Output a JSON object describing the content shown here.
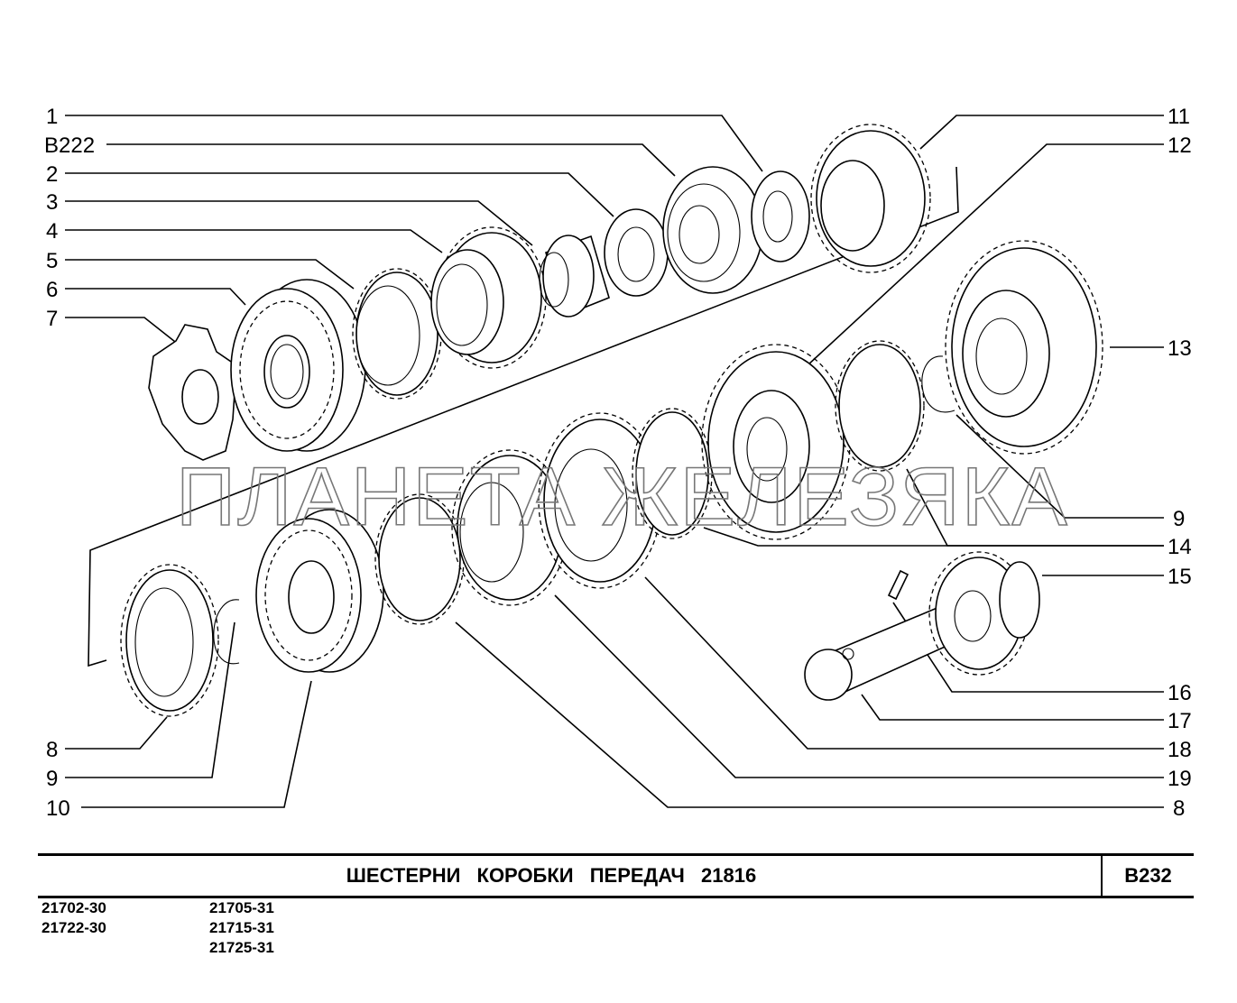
{
  "diagram": {
    "callouts_left": [
      "1",
      "B222",
      "2",
      "3",
      "4",
      "5",
      "6",
      "7"
    ],
    "callouts_right": [
      "11",
      "12",
      "13",
      "9",
      "14",
      "15",
      "16",
      "17",
      "18",
      "19",
      "8"
    ],
    "callouts_bottom_left": [
      "8",
      "9",
      "10"
    ],
    "watermark": "ПЛАНЕТА ЖЕЛЕЗЯКА"
  },
  "title_block": {
    "title": "ШЕСТЕРНИ   КОРОБКИ   ПЕРЕДАЧ  21816",
    "sheet_code": "B232"
  },
  "models": {
    "col1": [
      "21702-30",
      "21722-30"
    ],
    "col2": [
      "21705-31",
      "21715-31",
      "21725-31"
    ]
  }
}
